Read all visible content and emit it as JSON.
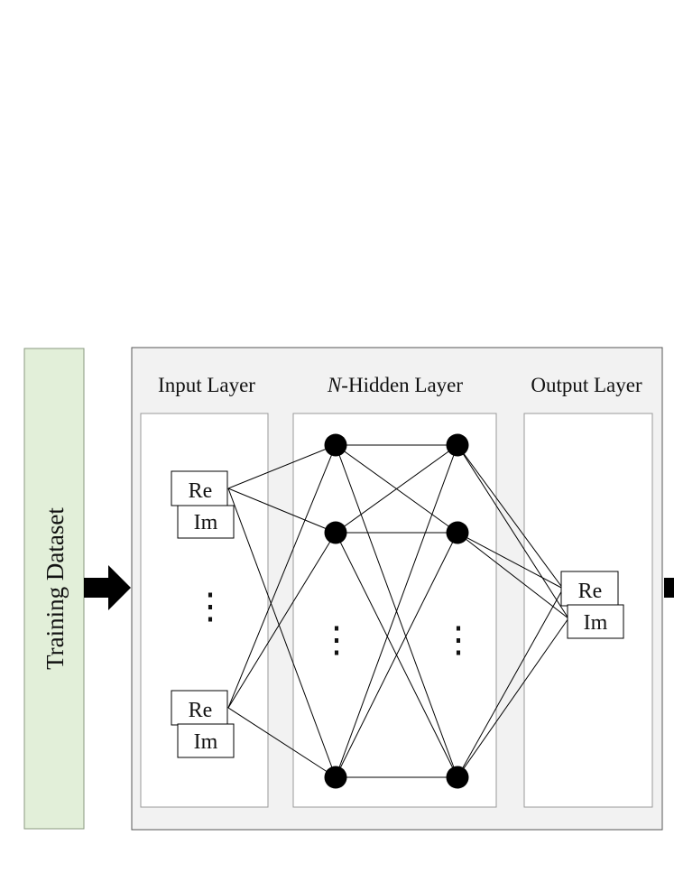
{
  "training_block": {
    "label": "Training Dataset",
    "fill_color": "#e2efd9"
  },
  "network": {
    "background_color": "#f2f2f2",
    "input_layer": {
      "title": "Input Layer",
      "upper_pair": {
        "re": "Re",
        "im": "Im"
      },
      "lower_pair": {
        "re": "Re",
        "im": "Im"
      },
      "ellipsis": "⋮"
    },
    "hidden_layer": {
      "title_prefix": "N",
      "title_suffix": "-Hidden Layer",
      "ellipsis_left": "⋮",
      "ellipsis_right": "⋮"
    },
    "output_layer": {
      "title": "Output Layer",
      "pair": {
        "re": "Re",
        "im": "Im"
      }
    }
  }
}
